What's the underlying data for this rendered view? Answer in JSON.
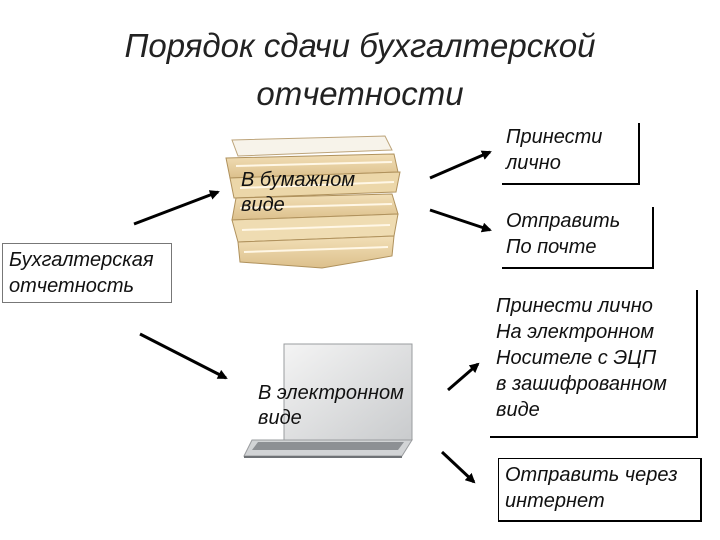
{
  "title": {
    "line1": "Порядок сдачи бухгалтерской",
    "line2": "отчетности"
  },
  "root": {
    "line1": "Бухгалтерская",
    "line2": "отчетность"
  },
  "paper": {
    "line1": "В бумажном",
    "line2": "виде"
  },
  "electronic": {
    "line1": "В электронном",
    "line2": "виде"
  },
  "paper_options": [
    {
      "line1": "Принести",
      "line2": "лично"
    },
    {
      "line1": "Отправить",
      "line2": "По почте"
    }
  ],
  "electronic_options": [
    {
      "lines": [
        "Принести лично",
        "На электронном",
        "Носителе с ЭЦП",
        "в зашифрованном",
        "виде"
      ]
    },
    {
      "lines": [
        "Отправить через",
        "интернет"
      ]
    }
  ],
  "icons": [
    "paper-stack-icon",
    "laptop-icon"
  ]
}
